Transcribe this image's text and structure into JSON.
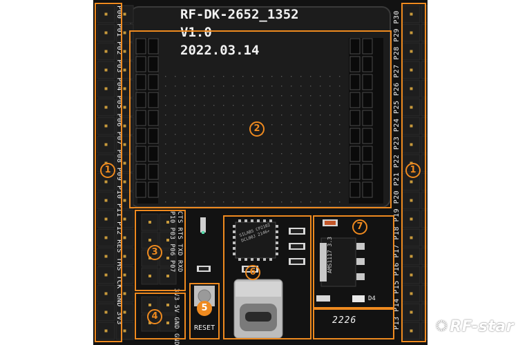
{
  "board": {
    "title": "RF-DK-2652_1352",
    "version": "V1.0",
    "date": "2022.03.14",
    "number": "2226",
    "left_pin_labels": "P00 P01 P02 P03 P04 P05 P06 P07 P08 P09 P10 P11 P12 RES TMS TCK GND 3V3",
    "right_pin_labels": "P13 P14 P15 P16 P17 P18 P19 P20 P21 P22 P23 P24 P25 P26 P27 P28 P29 P30",
    "uart_labels_top": "CTS RTS TXD RXD",
    "uart_labels_bottom": "P10 P03 P06 P07",
    "power_labels": "3V3 5V GND GND",
    "reset_label": "RESET",
    "chip_text": "SILABS CP2102 DCL00J 2146+",
    "regulator_text": "AMS1117 3.3",
    "diode_label": "D4",
    "brand": "RF-star"
  },
  "markers": [
    "1",
    "2",
    "3",
    "4",
    "5",
    "6",
    "7",
    "1"
  ],
  "colors": {
    "highlight": "#ef8a1f",
    "board": "#121212",
    "silkscreen": "#f2f2f2",
    "pin": "#c89a3c"
  }
}
